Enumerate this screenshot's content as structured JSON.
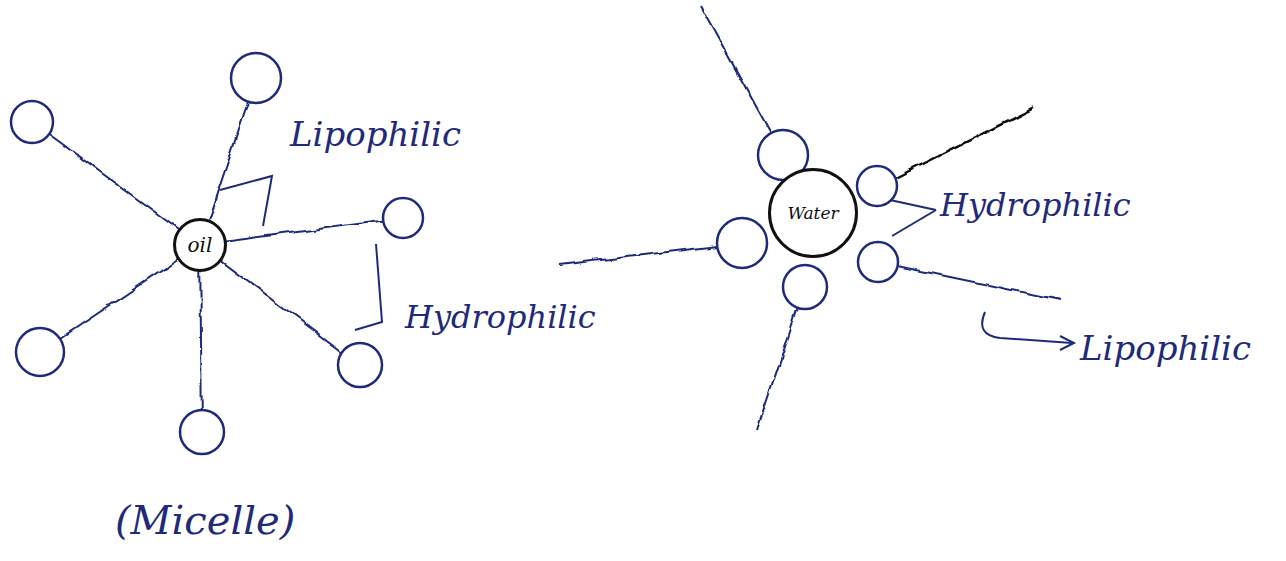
{
  "diagram": {
    "nodes": [
      {
        "text": [
          "oil"
        ]
      },
      {
        "text": [
          "Water"
        ]
      }
    ],
    "labels": [
      "Lipophilic",
      "Hydrophilic",
      "(Micelle)",
      "Hydrophilic",
      "Lipophilic"
    ]
  }
}
